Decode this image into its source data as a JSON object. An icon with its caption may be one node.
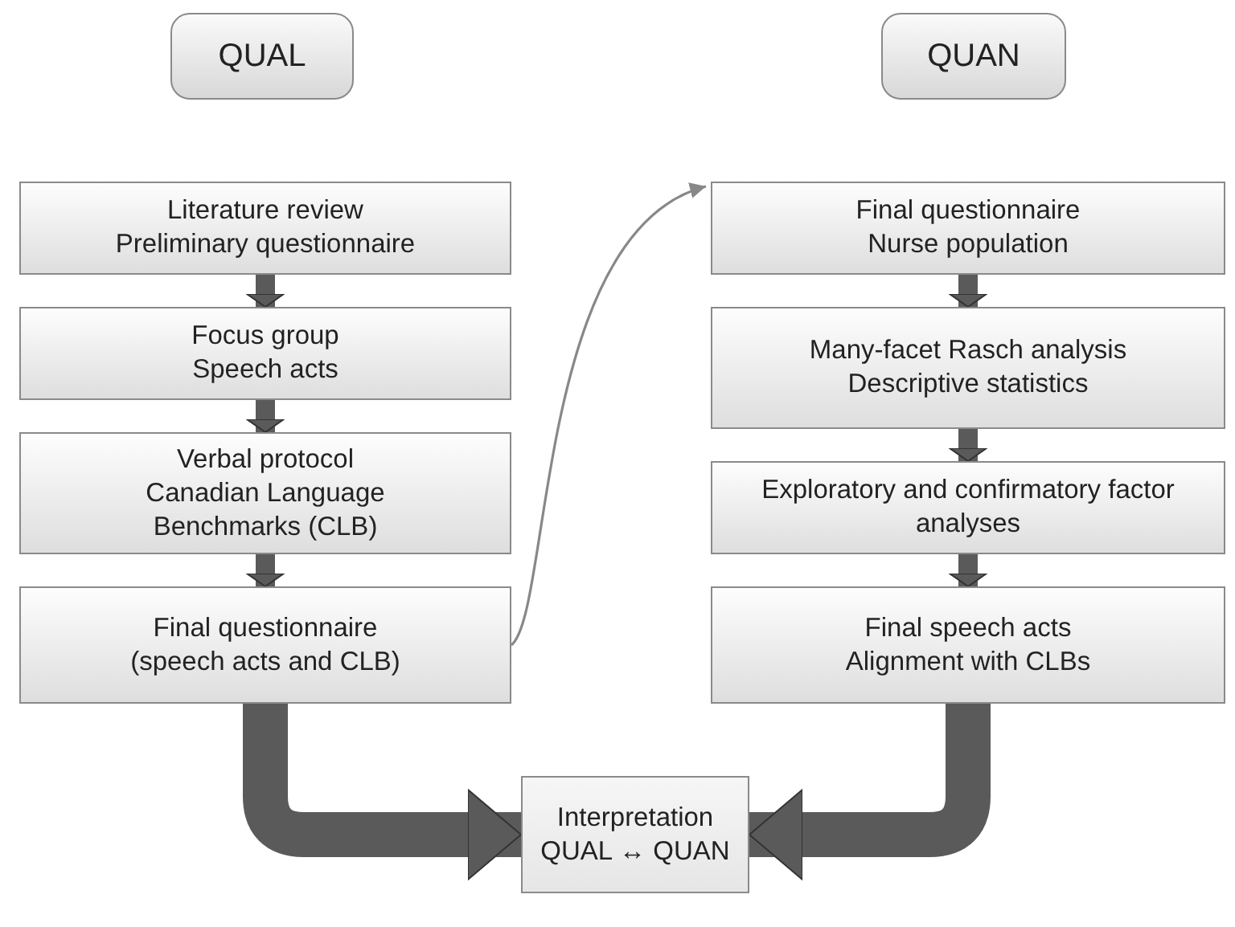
{
  "diagram": {
    "nodes": [
      {
        "text": [
          "QUAL"
        ]
      },
      {
        "text": [
          "QUAN"
        ]
      },
      {
        "text": [
          "Literature review",
          "Preliminary questionnaire"
        ]
      },
      {
        "text": [
          "Focus group",
          "Speech acts"
        ]
      },
      {
        "text": [
          "Verbal protocol",
          "Canadian Language Benchmarks (CLB)"
        ]
      },
      {
        "text": [
          "Final questionnaire",
          "(speech acts and CLB)"
        ]
      },
      {
        "text": [
          "Final questionnaire",
          "Nurse population"
        ]
      },
      {
        "text": [
          "Many-facet Rasch analysis",
          "Descriptive statistics"
        ]
      },
      {
        "text": [
          "Exploratory and confirmatory factor analyses"
        ]
      },
      {
        "text": [
          "Final speech acts",
          "Alignment with CLBs"
        ]
      },
      {
        "text": [
          "Interpretation",
          "QUAL ↔ QUAN"
        ]
      }
    ],
    "edges": [
      {
        "from": 2,
        "to": 3,
        "arrow": "to"
      },
      {
        "from": 3,
        "to": 4,
        "arrow": "to"
      },
      {
        "from": 4,
        "to": 5,
        "arrow": "to"
      },
      {
        "from": 5,
        "to": 6,
        "arrow": "to"
      },
      {
        "from": 6,
        "to": 7,
        "arrow": "to"
      },
      {
        "from": 7,
        "to": 8,
        "arrow": "to"
      },
      {
        "from": 8,
        "to": 9,
        "arrow": "to"
      },
      {
        "from": 5,
        "to": 10,
        "arrow": "to",
        "style": "thick"
      },
      {
        "from": 9,
        "to": 10,
        "arrow": "to",
        "style": "thick"
      }
    ]
  }
}
